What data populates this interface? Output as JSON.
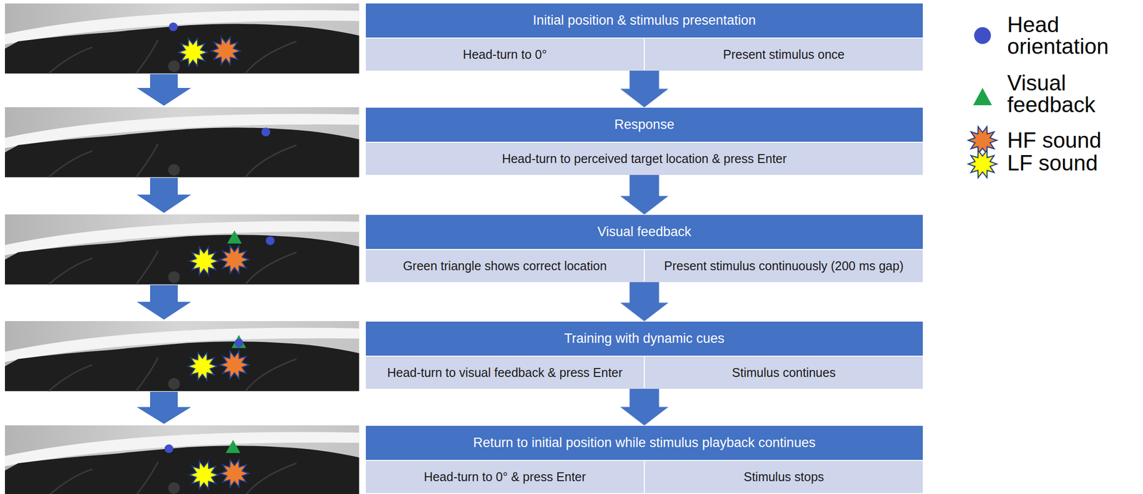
{
  "diagram": {
    "nodes": [
      {
        "text": [
          "Initial position & stimulus presentation"
        ]
      },
      {
        "text": [
          "Head-turn to 0°"
        ],
        "in": 0
      },
      {
        "text": [
          "Present stimulus once"
        ],
        "in": 0
      },
      {
        "text": [
          "Response"
        ]
      },
      {
        "text": [
          "Head-turn to perceived target location & press Enter"
        ],
        "in": 3
      },
      {
        "text": [
          "Visual feedback"
        ]
      },
      {
        "text": [
          "Green triangle shows correct location"
        ],
        "in": 5
      },
      {
        "text": [
          "Present stimulus continuously (200 ms gap)"
        ],
        "in": 5
      },
      {
        "text": [
          "Training with dynamic cues"
        ]
      },
      {
        "text": [
          "Head-turn to visual feedback & press Enter"
        ],
        "in": 8
      },
      {
        "text": [
          "Stimulus continues"
        ],
        "in": 8
      },
      {
        "text": [
          "Return to initial position while stimulus playback continues"
        ]
      },
      {
        "text": [
          "Head-turn to 0° & press Enter"
        ],
        "in": 11
      },
      {
        "text": [
          "Stimulus stops"
        ],
        "in": 11
      }
    ],
    "edges": [
      {
        "from": 0,
        "to": 3,
        "arrow": "to"
      },
      {
        "from": 3,
        "to": 5,
        "arrow": "to"
      },
      {
        "from": 5,
        "to": 8,
        "arrow": "to"
      },
      {
        "from": 8,
        "to": 11,
        "arrow": "to"
      }
    ],
    "legend": [
      {
        "text": "Head orientation"
      },
      {
        "text": "Visual feedback"
      },
      {
        "text": "HF sound"
      },
      {
        "text": "LF sound"
      }
    ]
  }
}
